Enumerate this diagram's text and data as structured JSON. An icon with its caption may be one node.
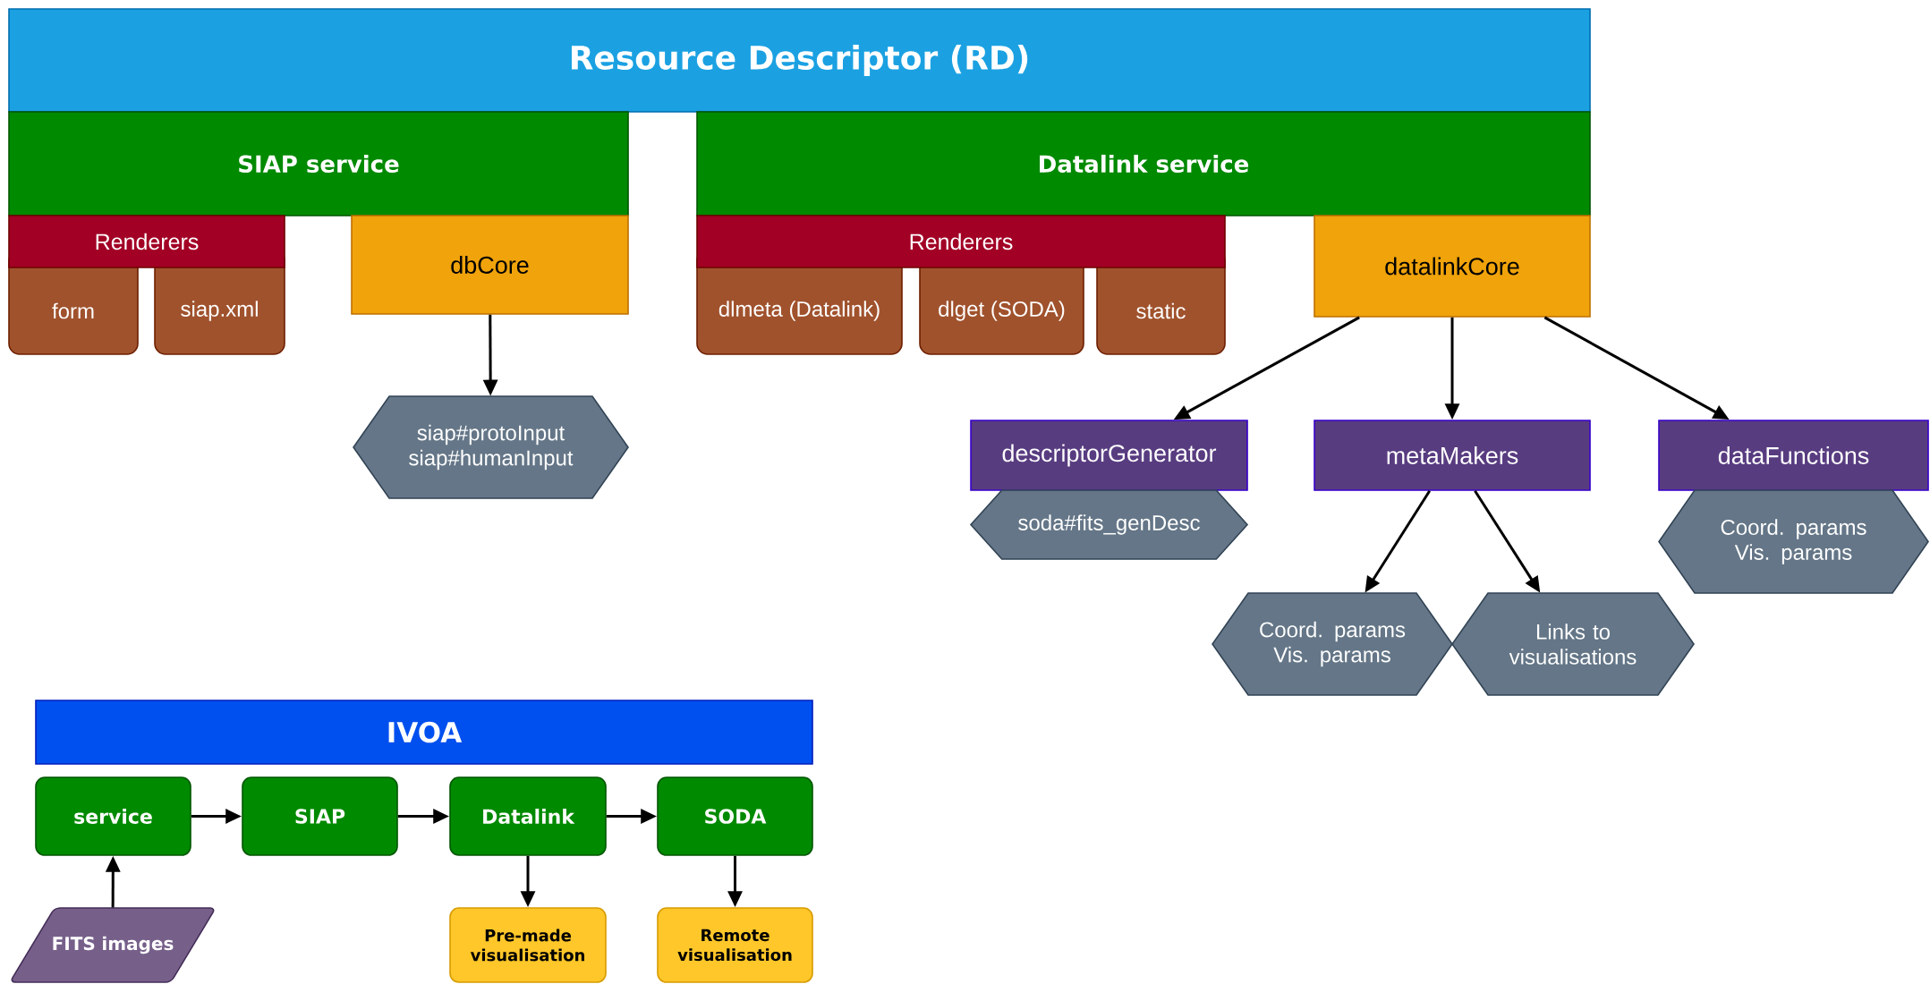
{
  "diagram": {
    "nodes": [
      {
        "text": [
          "Resource Descriptor (RD)"
        ]
      },
      {
        "text": [
          "SIAP service"
        ]
      },
      {
        "text": [
          "Datalink service"
        ]
      },
      {
        "text": [
          "Renderers"
        ]
      },
      {
        "text": [
          "form"
        ]
      },
      {
        "text": [
          "siap.xml"
        ]
      },
      {
        "text": [
          "dbCore"
        ]
      },
      {
        "text": [
          "siap#protoInput siap#humanInput"
        ]
      },
      {
        "text": [
          "Renderers"
        ]
      },
      {
        "text": [
          "dlmeta (Datalink)"
        ]
      },
      {
        "text": [
          "dlget (SODA)"
        ]
      },
      {
        "text": [
          "static"
        ]
      },
      {
        "text": [
          "datalinkCore"
        ]
      },
      {
        "text": [
          "descriptorGenerator"
        ]
      },
      {
        "text": [
          "soda#fits_genDesc"
        ]
      },
      {
        "text": [
          "metaMakers"
        ]
      },
      {
        "text": [
          "dataFunctions"
        ]
      },
      {
        "text": [
          "Coord. params Vis. params"
        ]
      },
      {
        "text": [
          "Coord. params Vis. params"
        ]
      },
      {
        "text": [
          "Links to visualisations"
        ]
      },
      {
        "text": [
          "IVOA"
        ]
      },
      {
        "text": [
          "service"
        ]
      },
      {
        "text": [
          "SIAP"
        ]
      },
      {
        "text": [
          "Datalink"
        ]
      },
      {
        "text": [
          "SODA"
        ]
      },
      {
        "text": [
          "FITS images"
        ]
      },
      {
        "text": [
          "Pre-made visualisation"
        ]
      },
      {
        "text": [
          "Remote visualisation"
        ]
      }
    ],
    "edges": [
      {
        "from": 6,
        "to": 7,
        "arrow": "to"
      },
      {
        "from": 12,
        "to": 13,
        "arrow": "to"
      },
      {
        "from": 12,
        "to": 15,
        "arrow": "to"
      },
      {
        "from": 12,
        "to": 16,
        "arrow": "to"
      },
      {
        "from": 15,
        "to": 18,
        "arrow": "to"
      },
      {
        "from": 15,
        "to": 19,
        "arrow": "to"
      },
      {
        "from": 21,
        "to": 22,
        "arrow": "to"
      },
      {
        "from": 22,
        "to": 23,
        "arrow": "to"
      },
      {
        "from": 23,
        "to": 24,
        "arrow": "to"
      },
      {
        "from": 25,
        "to": 21,
        "arrow": "to"
      },
      {
        "from": 23,
        "to": 26,
        "arrow": "to"
      },
      {
        "from": 24,
        "to": 27,
        "arrow": "to"
      }
    ]
  }
}
